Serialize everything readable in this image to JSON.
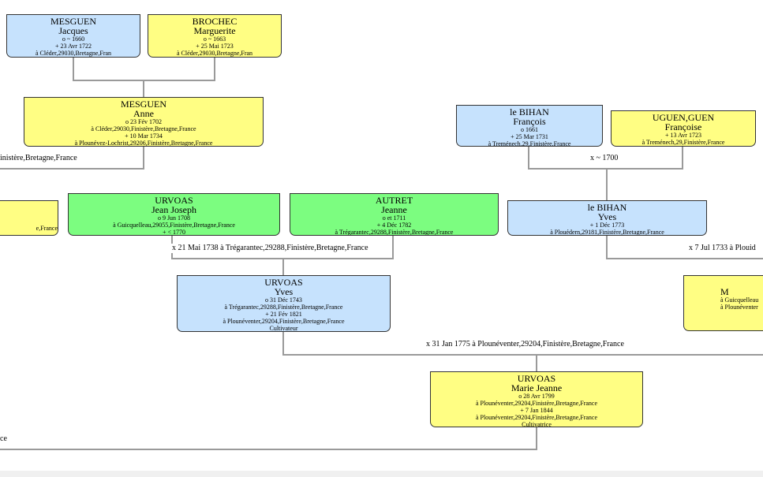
{
  "persons": [
    {
      "id": "mesguen-jacques",
      "color": "blue",
      "surname": "MESGUEN",
      "given": "Jacques",
      "details": [
        "o ~ 1660",
        "+ 23 Avr 1722",
        "à Cléder,29030,Bretagne,Fran"
      ]
    },
    {
      "id": "brochec-marguerite",
      "color": "yellow",
      "surname": "BROCHEC",
      "given": "Marguerite",
      "details": [
        "o ~ 1663",
        "+ 25 Mai 1723",
        "à Cléder,29030,Bretagne,Fran"
      ]
    },
    {
      "id": "mesguen-anne",
      "color": "yellow",
      "surname": "MESGUEN",
      "given": "Anne",
      "details": [
        "o 23 Fév 1702",
        "à Cléder,29030,Finistère,Bretagne,France",
        "+ 10 Mar 1734",
        "à Plounévez-Lochrist,29206,Finistère,Bretagne,France"
      ]
    },
    {
      "id": "lebihan-francois",
      "color": "blue",
      "surname": "le BIHAN",
      "given": "François",
      "details": [
        "o 1661",
        "+ 25 Mar 1731",
        "à Treménech,29,Finistère,France"
      ]
    },
    {
      "id": "uguen-francoise",
      "color": "yellow",
      "surname": "UGUEN,GUEN",
      "given": "Françoise",
      "details": [
        "+ 13 Avr 1723",
        "à Treménech,29,Finistère,France"
      ]
    },
    {
      "id": "left-partial",
      "color": "yellow",
      "surname": "",
      "given": "",
      "details": [
        "e,France"
      ]
    },
    {
      "id": "urvoas-jeanjoseph",
      "color": "green",
      "surname": "URVOAS",
      "given": "Jean Joseph",
      "details": [
        "o 9 Jun 1708",
        "à Guicquelleau,29055,Finistère,Bretagne,France",
        "+ < 1770"
      ]
    },
    {
      "id": "autret-jeanne",
      "color": "green",
      "surname": "AUTRET",
      "given": "Jeanne",
      "details": [
        "o et 1711",
        "+ 4 Déc 1782",
        "à Trégarantec,29288,Finistère,Bretagne,France"
      ]
    },
    {
      "id": "lebihan-yves",
      "color": "blue",
      "surname": "le BIHAN",
      "given": "Yves",
      "details": [
        "+ 1 Déc 1773",
        "à Plouédern,29181,Finistère,Bretagne,France"
      ]
    },
    {
      "id": "urvoas-yves",
      "color": "blue",
      "surname": "URVOAS",
      "given": "Yves",
      "details": [
        "o 31 Déc 1743",
        "à Trégarantec,29288,Finistère,Bretagne,France",
        "+ 21 Fév 1821",
        "à Plounéventer,29204,Finistère,Bretagne,France",
        "Cultivateur"
      ]
    },
    {
      "id": "right-partial",
      "color": "yellow",
      "surname": "M",
      "given": "",
      "details": [
        "à Guicquelleau",
        "",
        "à Plounéventer"
      ]
    },
    {
      "id": "urvoas-mariejeanne",
      "color": "yellow",
      "surname": "URVOAS",
      "given": "Marie Jeanne",
      "details": [
        "o 28 Avr 1799",
        "à Plounéventer,29204,Finistère,Bretagne,France",
        "+ 7 Jan 1844",
        "à Plounéventer,29204,Finistère,Bretagne,France",
        "Cultivatrice"
      ]
    }
  ],
  "marriages": [
    {
      "id": "m-lebihan",
      "text": "x ~ 1700"
    },
    {
      "id": "m-urvoas-autret",
      "text": "x 21 Mai 1738 à Trégarantec,29288,Finistère,Bretagne,France"
    },
    {
      "id": "m-lebihan-yves",
      "text": "x 7 Jul 1733 à Plouid"
    },
    {
      "id": "m-urvoas-yves",
      "text": "x 31 Jan 1775 à Plounéventer,29204,Finistère,Bretagne,France"
    },
    {
      "id": "m-left-1",
      "text": "inistère,Bretagne,France"
    },
    {
      "id": "m-left-2",
      "text": "ce"
    }
  ],
  "colors": {
    "blue": "#c6e2fd",
    "yellow": "#fffe83",
    "green": "#7cfd80",
    "line": "#9a9a9a"
  }
}
